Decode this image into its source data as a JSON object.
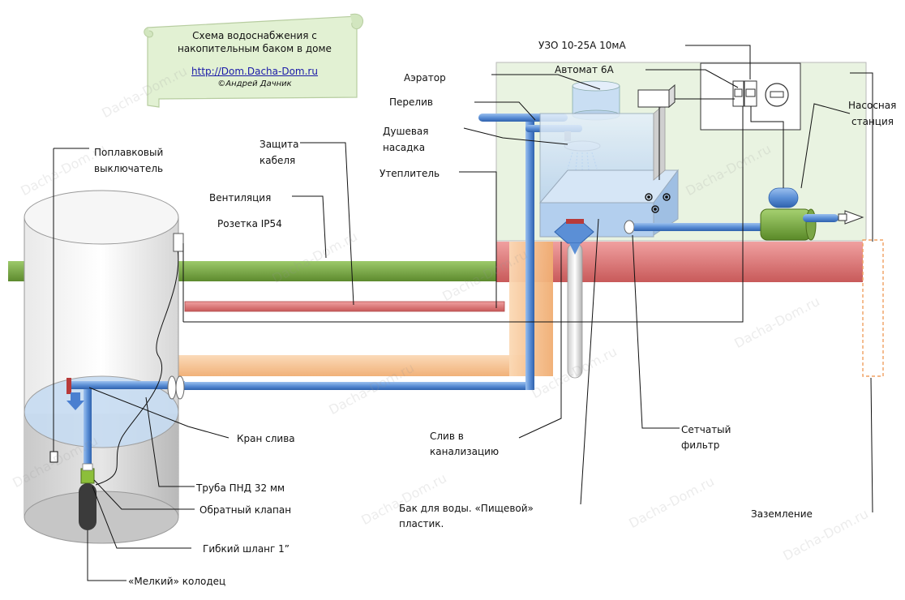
{
  "title": {
    "line1": "Схема водоснабжения с",
    "line2": "накопительным баком в доме",
    "link": "http://Dom.Dacha-Dom.ru",
    "author": "©Андрей Дачник"
  },
  "labels": {
    "uzo": "УЗО  10-25А  10мА",
    "automat": "Автомат 6А",
    "aerator": "Аэратор",
    "overflow": "Перелив",
    "shower_head_1": "Душевая",
    "shower_head_2": "насадка",
    "insulation": "Утеплитель",
    "cable_protection_1": "Защита",
    "cable_protection_2": "кабеля",
    "float_switch_1": "Поплавковый",
    "float_switch_2": "выключатель",
    "ventilation": "Вентиляция",
    "socket": "Розетка IP54",
    "pump_station_1": "Насосная",
    "pump_station_2": "станция",
    "drain_valve": "Кран слива",
    "sewer_drain_1": "Слив в",
    "sewer_drain_2": "канализацию",
    "mesh_filter_1": "Сетчатый",
    "mesh_filter_2": "фильтр",
    "pipe_pnd": "Труба ПНД 32 мм",
    "check_valve": "Обратный клапан",
    "tank_1": "Бак для воды. «Пищевой»",
    "tank_2": "пластик.",
    "grounding": "Заземление",
    "flex_hose": "Гибкий шланг 1”",
    "shallow_well": "«Мелкий» колодец"
  },
  "watermark": "Dacha-Dom.ru",
  "colors": {
    "water_pipe": "#5b8fd6",
    "ground_green": "#77a542",
    "house_red": "#e07878",
    "insulation_orange": "#f5c18e",
    "scroll_fill": "#e2f1d3",
    "house_fill": "#e9f3e1",
    "link": "#1a1aa8"
  }
}
